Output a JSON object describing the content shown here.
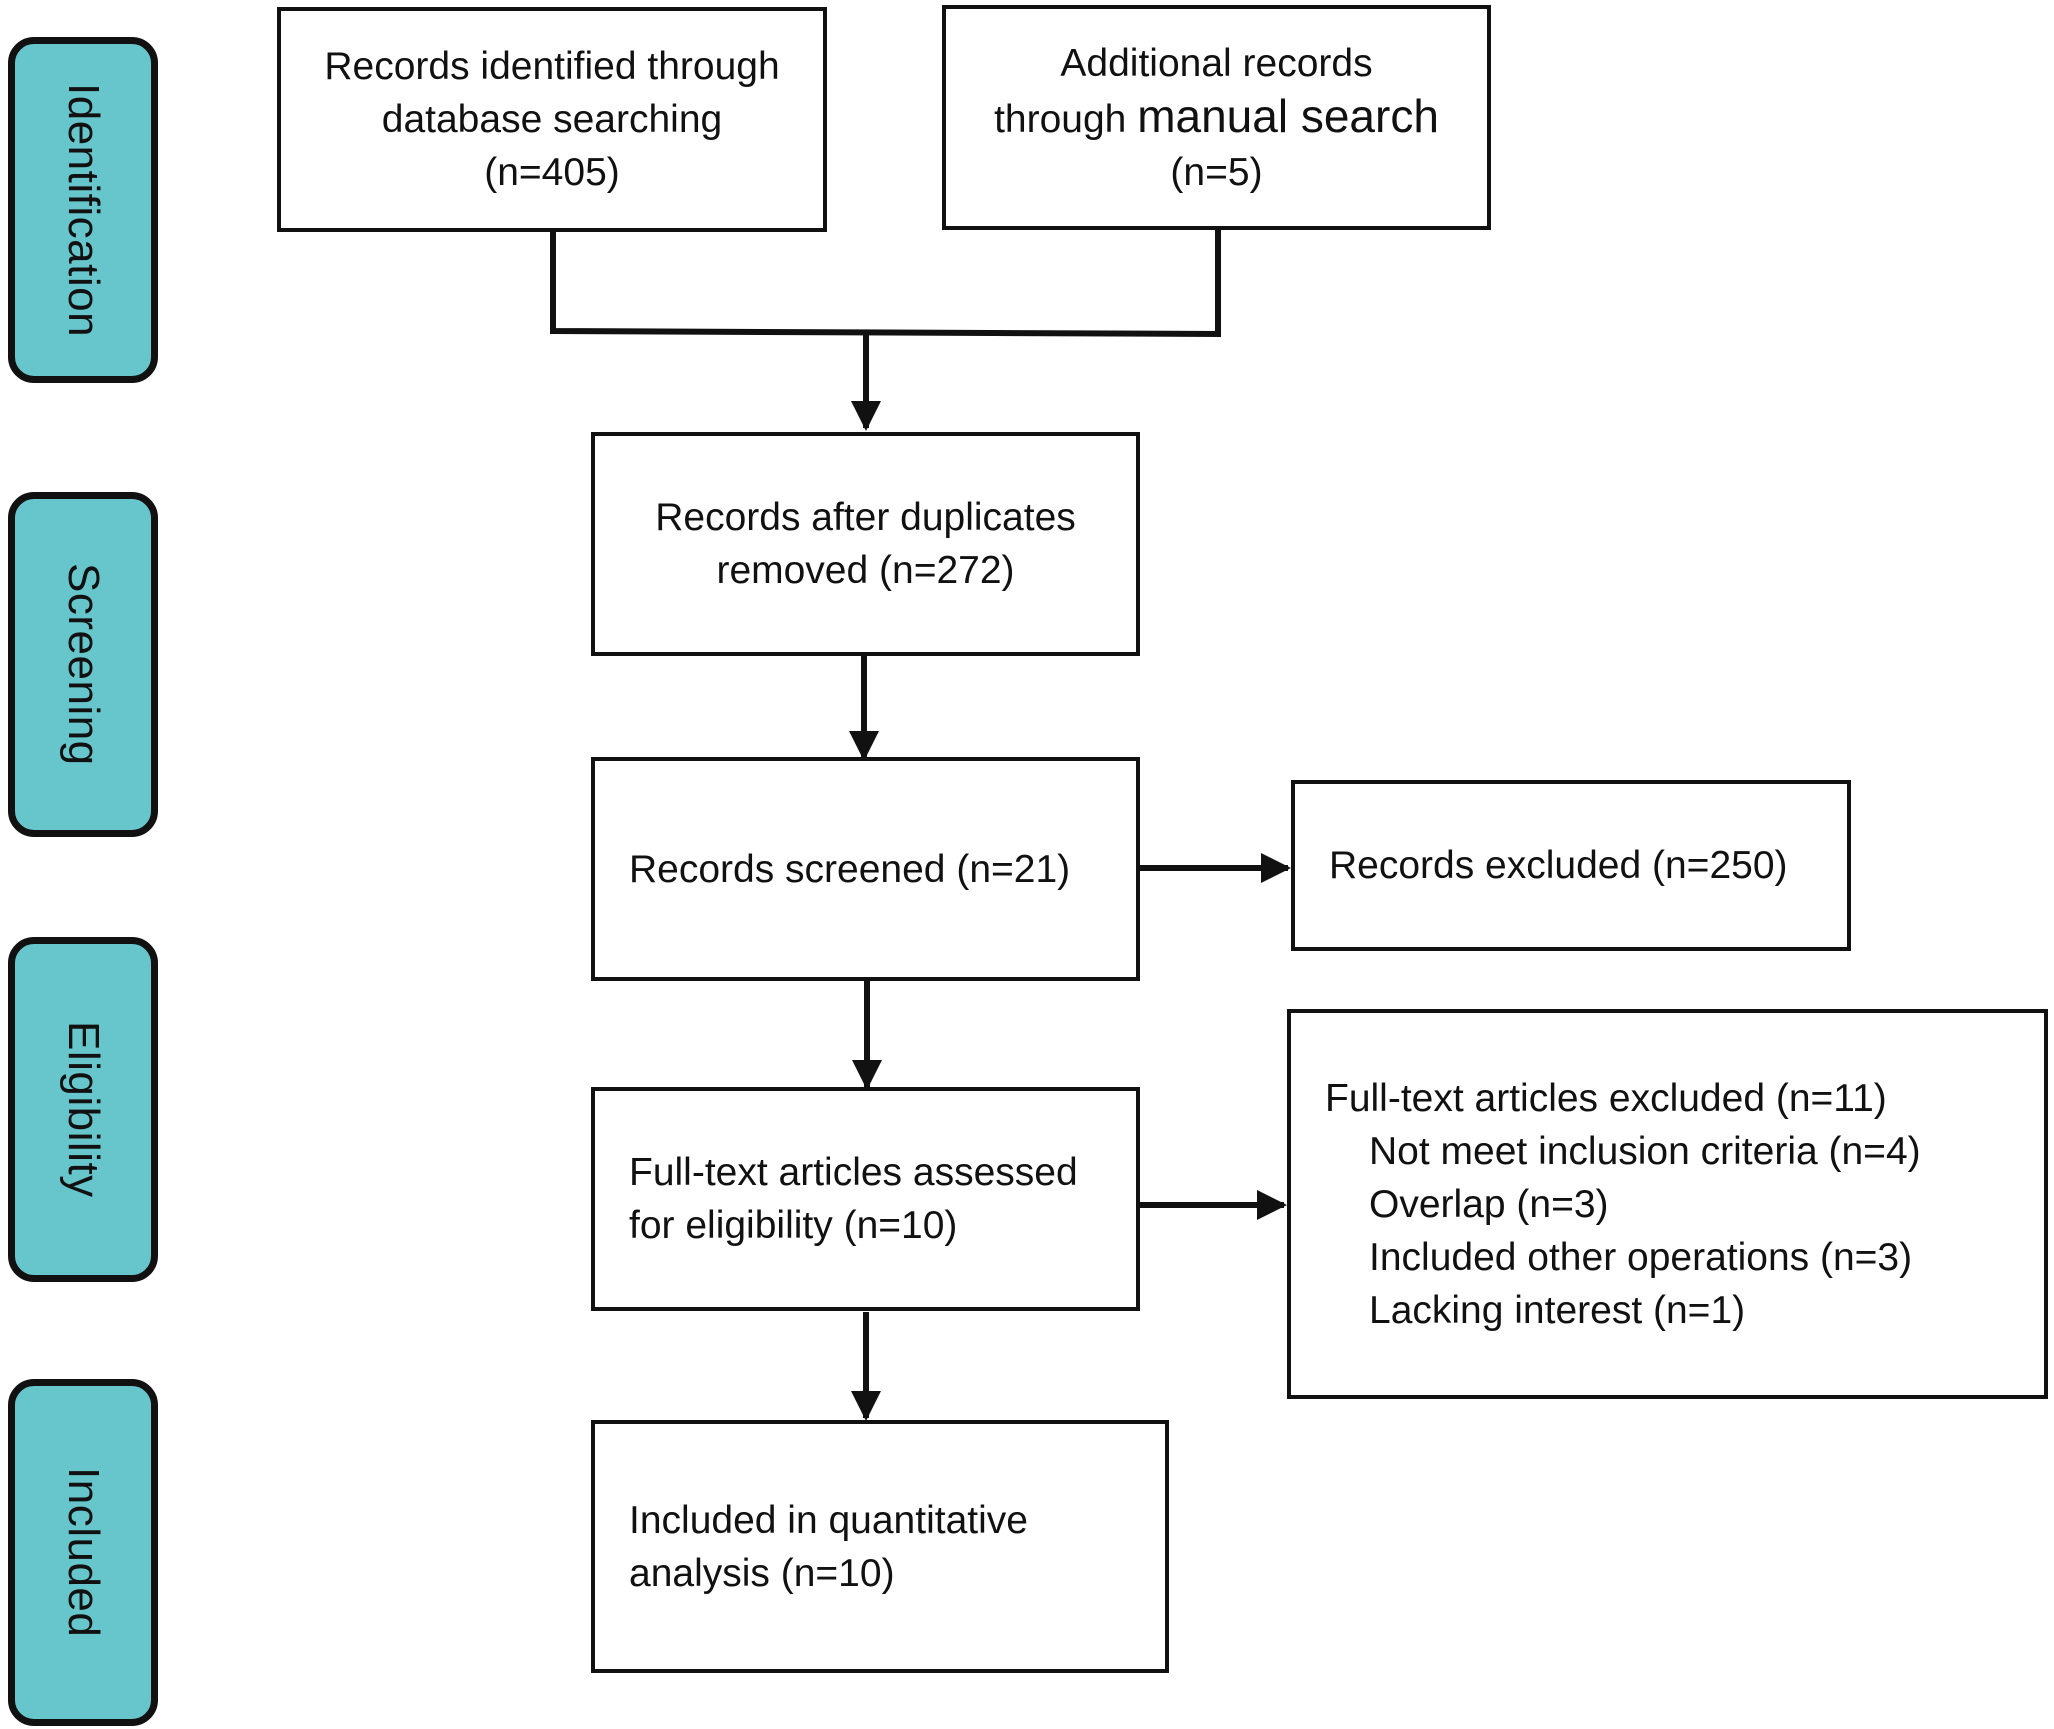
{
  "stages": [
    "Identification",
    "Screening",
    "Eligibility",
    "Included"
  ],
  "boxes": {
    "database": [
      "Records identified through",
      "database searching",
      "(n=405)"
    ],
    "manual": {
      "l1": "Additional records",
      "l2a": "through ",
      "l2b": "manual search",
      "l3": "(n=5)"
    },
    "duplicates": [
      "Records after duplicates",
      "removed (n=272)"
    ],
    "screened": "Records screened (n=21)",
    "excluded_records": "Records excluded (n=250)",
    "fulltext": [
      "Full-text articles assessed",
      "for eligibility (n=10)"
    ],
    "fulltext_excluded": {
      "title": "Full-text articles excluded (n=11)",
      "reasons": [
        "Not meet inclusion criteria (n=4)",
        "Overlap (n=3)",
        "Included other operations (n=3)",
        "Lacking interest (n=1)"
      ]
    },
    "included": [
      "Included in quantitative",
      "analysis (n=10)"
    ]
  },
  "colors": {
    "stage_fill": "#66c6cc",
    "stroke": "#111111"
  }
}
